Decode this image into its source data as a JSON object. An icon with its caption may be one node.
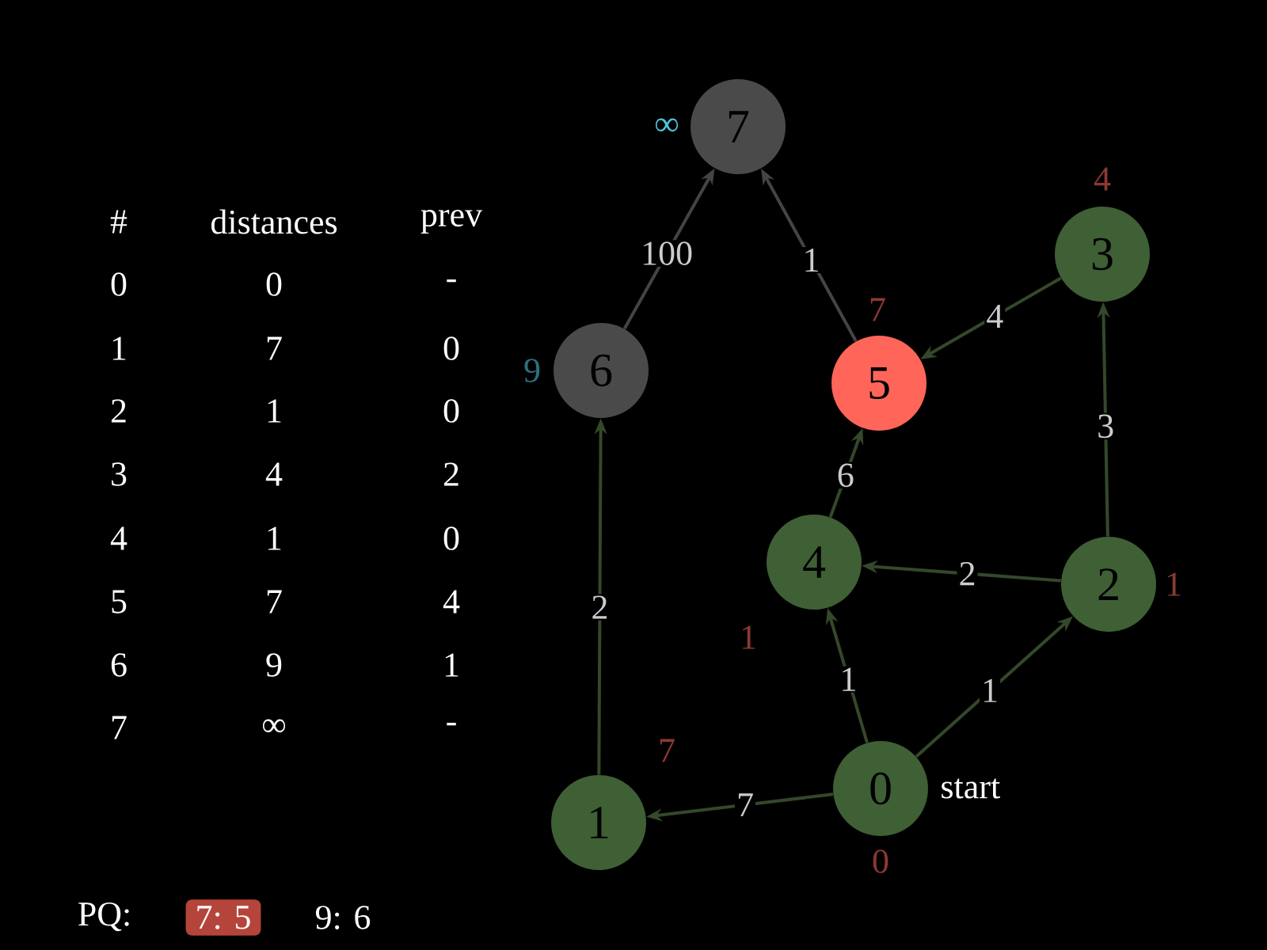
{
  "diagram": {
    "nodes": [
      {
        "text": [
          "0"
        ],
        "beside": [
          "start",
          "0"
        ]
      },
      {
        "text": [
          "1"
        ],
        "beside": [
          "7"
        ]
      },
      {
        "text": [
          "2"
        ],
        "beside": [
          "1"
        ]
      },
      {
        "text": [
          "3"
        ],
        "beside": [
          "4"
        ]
      },
      {
        "text": [
          "4"
        ],
        "beside": [
          "1"
        ]
      },
      {
        "text": [
          "5"
        ],
        "beside": [
          "7"
        ]
      },
      {
        "text": [
          "6"
        ],
        "beside": [
          "9"
        ]
      },
      {
        "text": [
          "7"
        ],
        "beside": [
          "∞"
        ]
      },
      {
        "text": [
          "7: 5"
        ]
      }
    ],
    "edges": [
      {
        "from": 6,
        "to": 7,
        "arrow": "to",
        "label": "100",
        "color": "#444444"
      },
      {
        "from": 5,
        "to": 7,
        "arrow": "to",
        "label": "1",
        "color": "#444444"
      },
      {
        "from": 3,
        "to": 5,
        "arrow": "to",
        "label": "4"
      },
      {
        "from": 2,
        "to": 3,
        "arrow": "to",
        "label": "3"
      },
      {
        "from": 4,
        "to": 5,
        "arrow": "to",
        "label": "6"
      },
      {
        "from": 2,
        "to": 4,
        "arrow": "to",
        "label": "2"
      },
      {
        "from": 0,
        "to": 4,
        "arrow": "to",
        "label": "1"
      },
      {
        "from": 0,
        "to": 2,
        "arrow": "to",
        "label": "1"
      },
      {
        "from": 0,
        "to": 1,
        "arrow": "to",
        "label": "7"
      },
      {
        "from": 1,
        "to": 6,
        "arrow": "to",
        "label": "2"
      }
    ],
    "labels": [
      "#",
      "distances",
      "prev",
      "0",
      "0",
      "-",
      "1",
      "7",
      "0",
      "2",
      "1",
      "0",
      "3",
      "4",
      "2",
      "4",
      "1",
      "0",
      "5",
      "7",
      "4",
      "6",
      "9",
      "1",
      "7",
      "∞",
      "-",
      "PQ:",
      "9: 6"
    ]
  }
}
